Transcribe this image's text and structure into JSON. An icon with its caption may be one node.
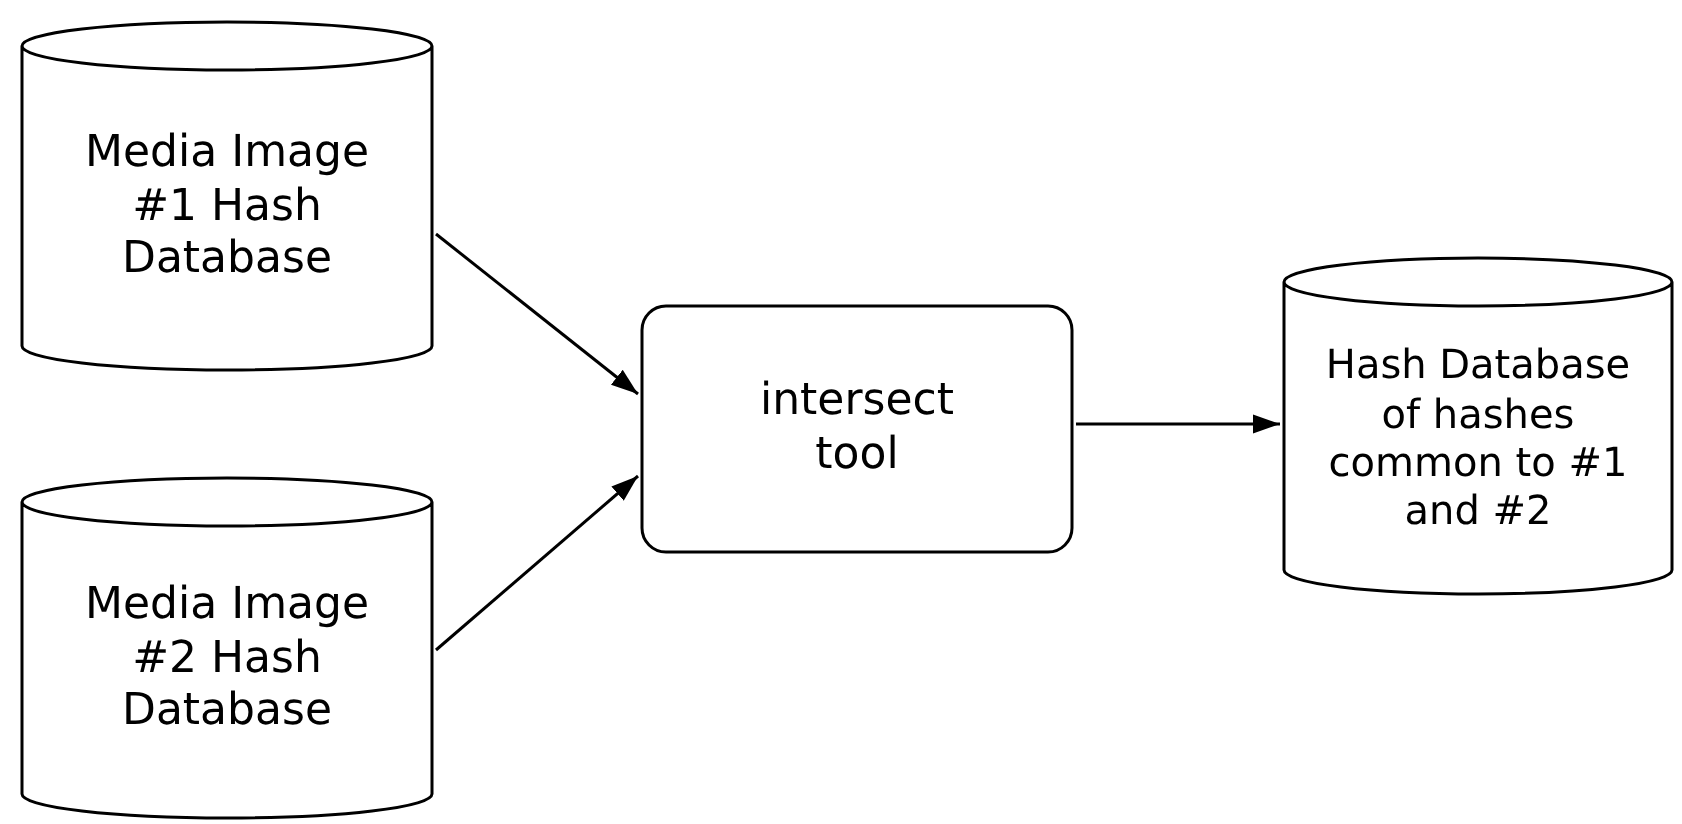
{
  "diagram": {
    "nodes": [
      {
        "text": [
          "Media Image #1 Hash Database"
        ]
      },
      {
        "text": [
          "Media Image #2 Hash Database"
        ]
      },
      {
        "text": [
          "intersect tool"
        ]
      },
      {
        "text": [
          "Hash Database of hashes common to #1 and #2"
        ]
      }
    ],
    "edges": [
      {
        "from": 0,
        "to": 2,
        "arrow": "to"
      },
      {
        "from": 1,
        "to": 2,
        "arrow": "to"
      },
      {
        "from": 2,
        "to": 3,
        "arrow": "to"
      }
    ]
  }
}
